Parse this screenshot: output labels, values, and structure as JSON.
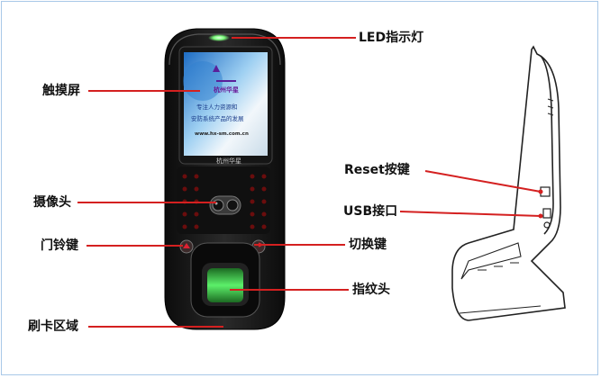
{
  "labels": {
    "led": "LED指示灯",
    "touchscreen": "触摸屏",
    "camera": "摄像头",
    "doorbell": "门铃键",
    "card_area": "刷卡区域",
    "reset": "Reset按键",
    "usb": "USB接口",
    "switch_key": "切换键",
    "fingerprint": "指纹头"
  },
  "screen": {
    "brand": "杭州华星",
    "line1": "专注人力资源和",
    "line2": "安防系统产品的发展",
    "url": "www.hx-sm.com.cn"
  },
  "device_brand": "杭州华星",
  "colors": {
    "leader": "#d42020",
    "device_body": "#1b1b1b",
    "fingerprint_glow": "#39d64a",
    "led_glow": "#7dff7d"
  }
}
